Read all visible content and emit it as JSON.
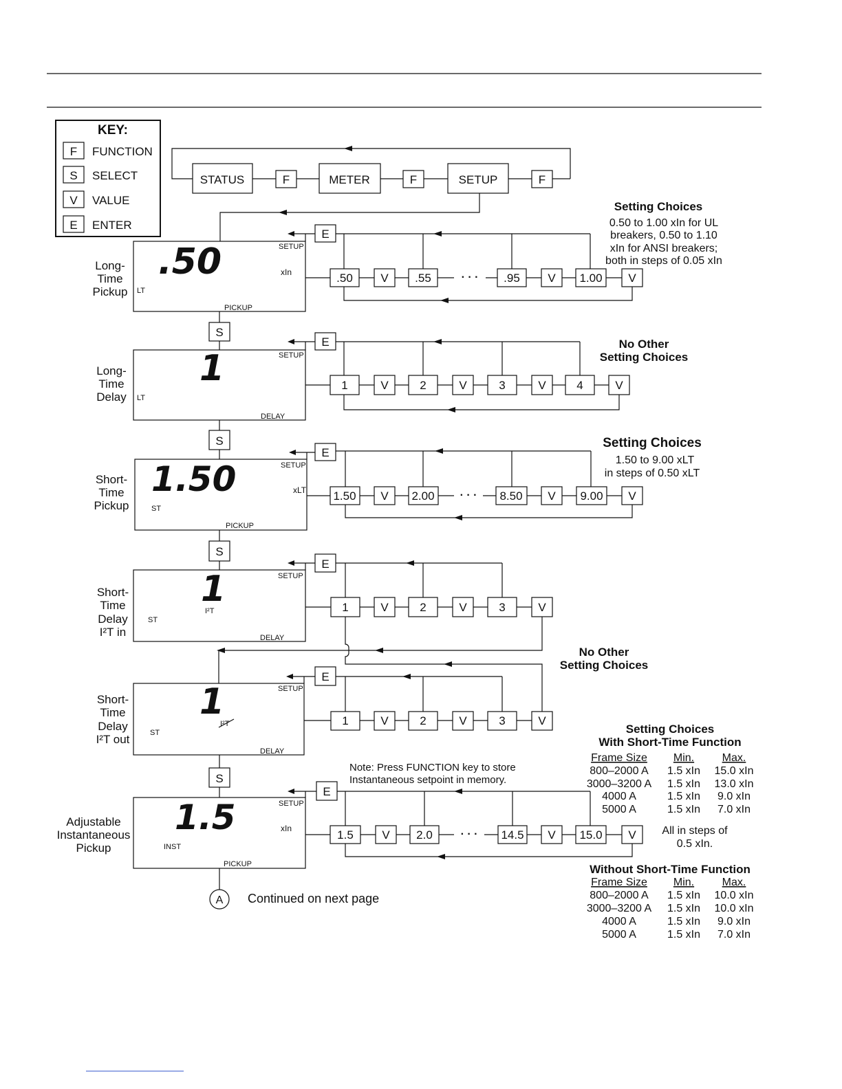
{
  "key": {
    "title": "KEY:",
    "items": [
      {
        "letter": "F",
        "label": "FUNCTION"
      },
      {
        "letter": "S",
        "label": "SELECT"
      },
      {
        "letter": "V",
        "label": "VALUE"
      },
      {
        "letter": "E",
        "label": "ENTER"
      }
    ]
  },
  "mode_loop": {
    "status": "STATUS",
    "meter": "METER",
    "setup": "SETUP",
    "f": "F"
  },
  "keys": {
    "e": "E",
    "v": "V",
    "s": "S",
    "dots": "· · ·"
  },
  "steps": [
    {
      "id": "lt-pickup",
      "label": [
        "Long-",
        "Time",
        "Pickup"
      ],
      "display_value": ".50",
      "lcd_top": "SETUP",
      "lcd_unit": "xIn",
      "lcd_mode": "LT",
      "lcd_bottom": "PICKUP",
      "choices": [
        ".50",
        ".55",
        "·",
        ".95",
        "1.00"
      ]
    },
    {
      "id": "lt-delay",
      "label": [
        "Long-",
        "Time",
        "Delay"
      ],
      "display_value": "1",
      "lcd_top": "SETUP",
      "lcd_unit": "",
      "lcd_mode": "LT",
      "lcd_bottom": "DELAY",
      "choices": [
        "1",
        "2",
        "3",
        "4"
      ]
    },
    {
      "id": "st-pickup",
      "label": [
        "Short-",
        "Time",
        "Pickup"
      ],
      "display_value": "1.50",
      "lcd_top": "SETUP",
      "lcd_unit": "xLT",
      "lcd_mode": "ST",
      "lcd_bottom": "PICKUP",
      "choices": [
        "1.50",
        "2.00",
        "·",
        "8.50",
        "9.00"
      ]
    },
    {
      "id": "st-delay-i2t-in",
      "label": [
        "Short-",
        "Time",
        "Delay",
        "I²T in"
      ],
      "display_value": "1",
      "lcd_top": "SETUP",
      "lcd_unit": "",
      "lcd_center": "I²T",
      "lcd_mode": "ST",
      "lcd_bottom": "DELAY",
      "choices": [
        "1",
        "2",
        "3"
      ]
    },
    {
      "id": "st-delay-i2t-out",
      "label": [
        "Short-",
        "Time",
        "Delay",
        "I²T out"
      ],
      "display_value": "1",
      "lcd_top": "SETUP",
      "lcd_unit": "",
      "lcd_center": "I²T",
      "lcd_mode": "ST",
      "lcd_bottom": "DELAY",
      "choices": [
        "1",
        "2",
        "3"
      ]
    },
    {
      "id": "inst-pickup",
      "label": [
        "Adjustable",
        "Instantaneous",
        "Pickup"
      ],
      "display_value": "1.5",
      "lcd_top": "SETUP",
      "lcd_unit": "xIn",
      "lcd_mode": "INST",
      "lcd_bottom": "PICKUP",
      "choices": [
        "1.5",
        "2.0",
        "·",
        "14.5",
        "15.0"
      ]
    }
  ],
  "notes": {
    "lt_pickup_title": "Setting Choices",
    "lt_pickup_lines": [
      "0.50 to 1.00 xIn for UL",
      "breakers, 0.50 to 1.10",
      "xIn for ANSI breakers;",
      "both in steps of 0.05 xIn"
    ],
    "lt_delay_lines": [
      "No Other",
      "Setting Choices"
    ],
    "st_pickup_title": "Setting Choices",
    "st_pickup_lines": [
      "1.50 to 9.00 xLT",
      "in steps of 0.50 xLT"
    ],
    "st_delay_lines": [
      "No Other",
      "Setting Choices"
    ],
    "inst_note_lines": [
      "Note: Press FUNCTION key to store",
      "Instantaneous setpoint in memory."
    ],
    "with_st": {
      "title_lines": [
        "Setting Choices",
        "With Short-Time Function"
      ],
      "headers": [
        "Frame Size",
        "Min.",
        "Max."
      ],
      "rows": [
        [
          "800–2000 A",
          "1.5 xIn",
          "15.0 xIn"
        ],
        [
          "3000–3200 A",
          "1.5 xIn",
          "13.0 xIn"
        ],
        [
          "4000 A",
          "1.5 xIn",
          "9.0 xIn"
        ],
        [
          "5000 A",
          "1.5 xIn",
          "7.0 xIn"
        ]
      ]
    },
    "steps_note_lines": [
      "All in steps of",
      "0.5 xIn."
    ],
    "without_st": {
      "title": "Without Short-Time Function",
      "headers": [
        "Frame Size",
        "Min.",
        "Max."
      ],
      "rows": [
        [
          "800–2000 A",
          "1.5 xIn",
          "10.0 xIn"
        ],
        [
          "3000–3200 A",
          "1.5 xIn",
          "10.0 xIn"
        ],
        [
          "4000 A",
          "1.5 xIn",
          "9.0 xIn"
        ],
        [
          "5000 A",
          "1.5 xIn",
          "7.0 xIn"
        ]
      ]
    }
  },
  "continuation": {
    "symbol": "A",
    "text": "Continued on next page"
  }
}
